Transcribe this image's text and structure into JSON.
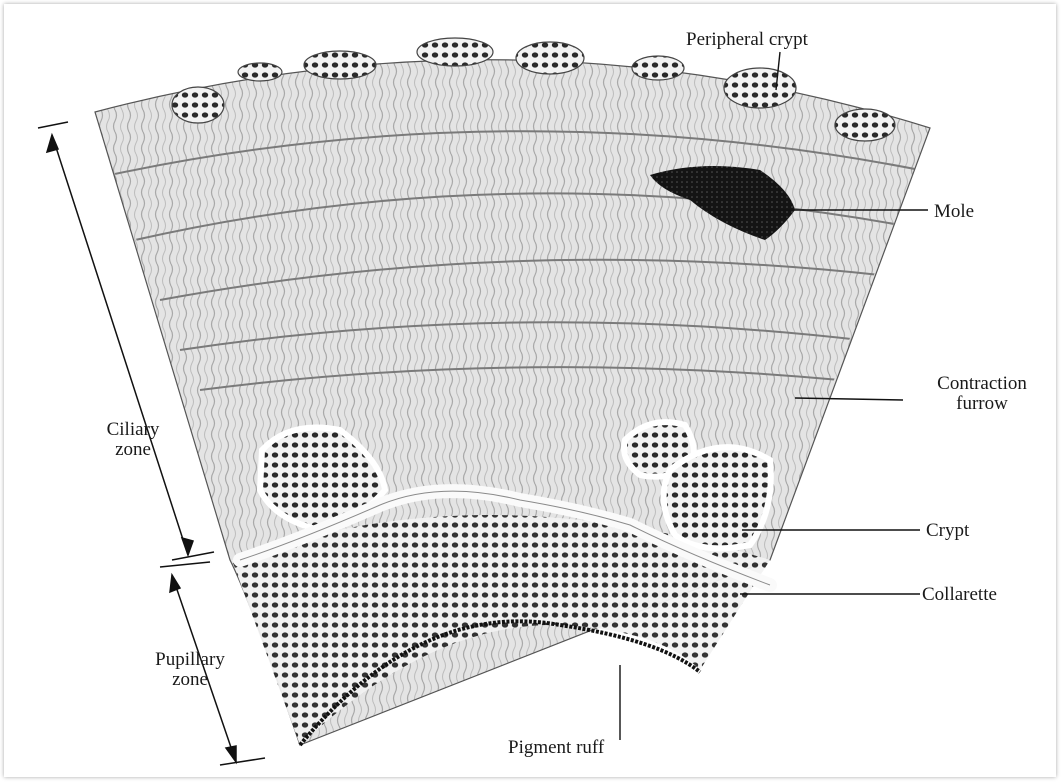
{
  "labels": {
    "peripheral_crypt": "Peripheral crypt",
    "mole": "Mole",
    "contraction_furrow_line1": "Contraction",
    "contraction_furrow_line2": "furrow",
    "ciliary_zone_line1": "Ciliary",
    "ciliary_zone_line2": "zone",
    "crypt": "Crypt",
    "collarette": "Collarette",
    "pupillary_zone_line1": "Pupillary",
    "pupillary_zone_line2": "zone",
    "pigment_ruff": "Pigment ruff"
  },
  "colors": {
    "ink": "#1a1a1a",
    "tissue": "#e6e6e6",
    "stroma": "#9a9a9a",
    "collarette": "#fafafa",
    "mole": "#151515"
  }
}
